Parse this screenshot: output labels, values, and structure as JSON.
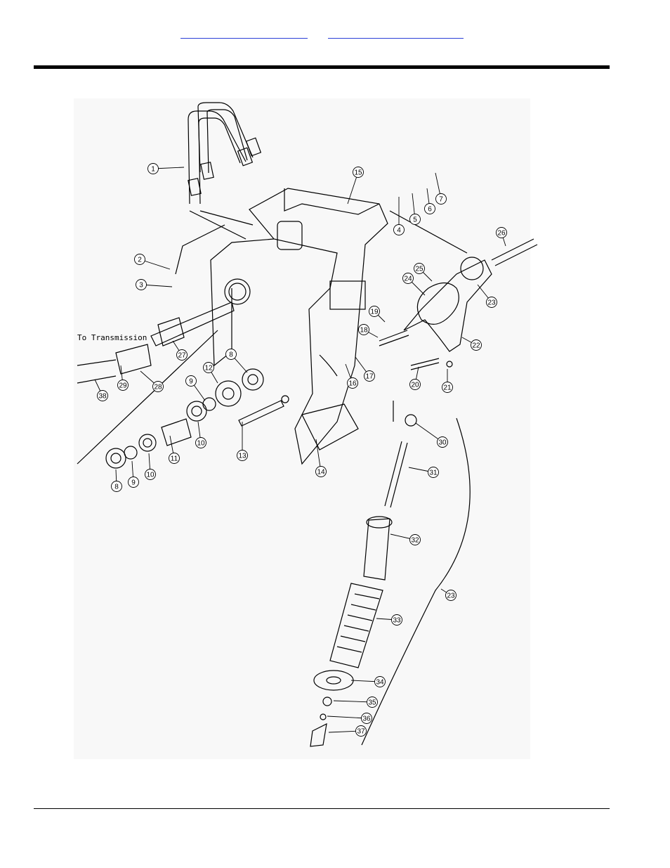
{
  "header": {
    "links": [
      {
        "text": ""
      },
      {
        "text": ""
      }
    ]
  },
  "figure": {
    "annotation": "To Transmission",
    "callouts": [
      {
        "n": "1"
      },
      {
        "n": "2"
      },
      {
        "n": "3"
      },
      {
        "n": "4"
      },
      {
        "n": "5"
      },
      {
        "n": "6"
      },
      {
        "n": "7"
      },
      {
        "n": "8"
      },
      {
        "n": "9"
      },
      {
        "n": "10"
      },
      {
        "n": "11"
      },
      {
        "n": "12"
      },
      {
        "n": "13"
      },
      {
        "n": "14"
      },
      {
        "n": "15"
      },
      {
        "n": "16"
      },
      {
        "n": "17"
      },
      {
        "n": "18"
      },
      {
        "n": "19"
      },
      {
        "n": "20"
      },
      {
        "n": "21"
      },
      {
        "n": "22"
      },
      {
        "n": "23"
      },
      {
        "n": "24"
      },
      {
        "n": "25"
      },
      {
        "n": "26"
      },
      {
        "n": "27"
      },
      {
        "n": "28"
      },
      {
        "n": "29"
      },
      {
        "n": "30"
      },
      {
        "n": "31"
      },
      {
        "n": "32"
      },
      {
        "n": "33"
      },
      {
        "n": "34"
      },
      {
        "n": "35"
      },
      {
        "n": "36"
      },
      {
        "n": "37"
      },
      {
        "n": "38"
      },
      {
        "n": "8"
      },
      {
        "n": "9"
      },
      {
        "n": "10"
      },
      {
        "n": "23"
      }
    ]
  }
}
